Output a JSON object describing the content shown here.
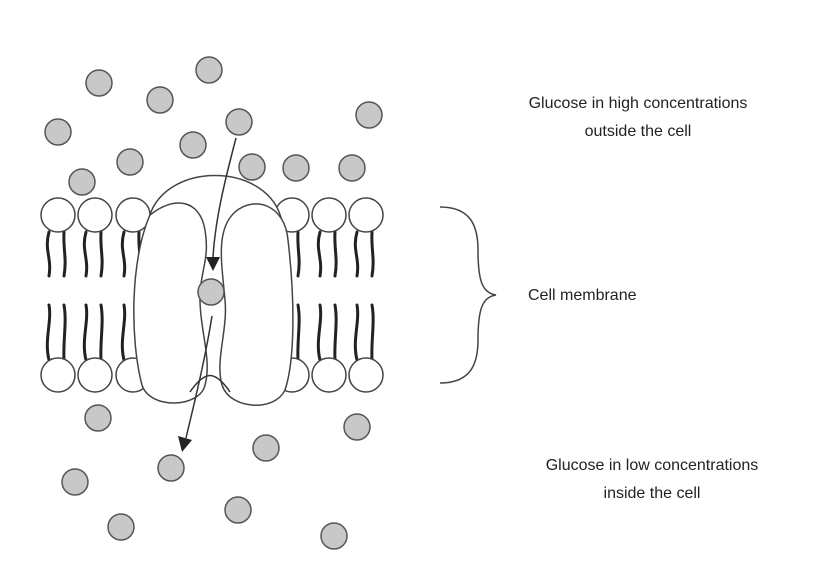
{
  "labels": {
    "outside_line1": "Glucose in high concentrations",
    "outside_line2": "outside the cell",
    "membrane": "Cell membrane",
    "inside_line1": "Glucose in low concentrations",
    "inside_line2": "inside the cell"
  },
  "colors": {
    "glucose": "#c8c8c8",
    "outline": "#444444"
  }
}
